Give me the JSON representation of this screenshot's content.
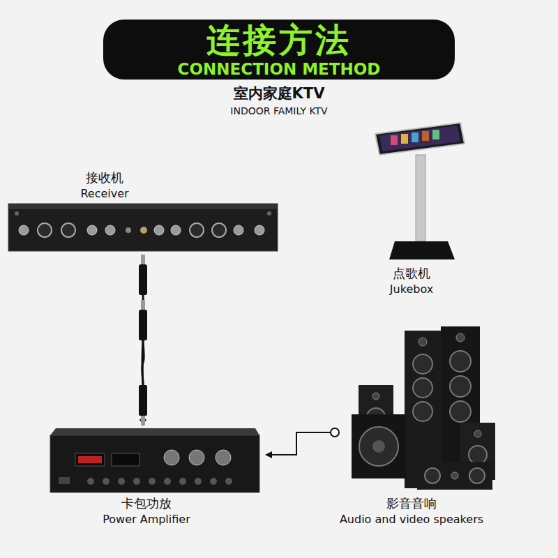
{
  "diagram": {
    "title": "连接方法",
    "nodes": [
      {
        "text": [
          "接收机",
          "Receiver"
        ]
      },
      {
        "text": [
          "点歌机",
          "Jukebox"
        ]
      },
      {
        "text": [
          "卡包功放",
          "Power Amplifier"
        ]
      },
      {
        "text": [
          "影音音响",
          "Audio and video speakers"
        ]
      }
    ],
    "edges": [
      {
        "from": 0,
        "to": 2,
        "arrow": "none"
      },
      {
        "from": 1,
        "to": 2,
        "arrow": "to"
      },
      {
        "from": 3,
        "to": 2,
        "arrow": "to"
      }
    ],
    "labels": [
      "CONNECTION METHOD",
      "室内家庭KTV",
      "INDOOR FAMILY KTV"
    ]
  }
}
